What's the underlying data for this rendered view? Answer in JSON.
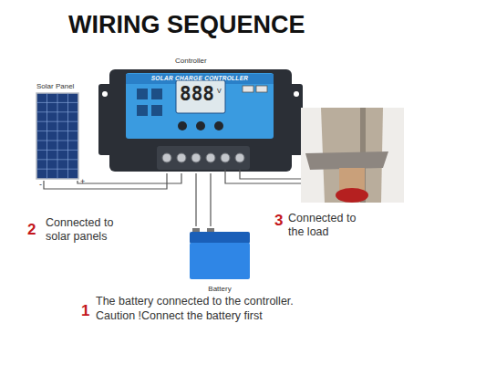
{
  "diagram": {
    "title": "WIRING SEQUENCE",
    "nodes": [
      {
        "text": [
          "Controller",
          "SOLAR CHARGE CONTROLLER"
        ]
      },
      {
        "text": [
          "Solar Panel"
        ]
      },
      {
        "text": [
          "Battery"
        ]
      }
    ],
    "edges": [
      {
        "from": 1,
        "to": 0,
        "arrow": "none"
      },
      {
        "from": 0,
        "to": 2,
        "arrow": "none"
      }
    ],
    "labels": [
      "888",
      "V",
      "-",
      "+",
      "2",
      "Connected to solar panels",
      "3",
      "Connected to the load",
      "1",
      "The battery connected to the controller.",
      "Caution !Connect the battery first"
    ]
  }
}
